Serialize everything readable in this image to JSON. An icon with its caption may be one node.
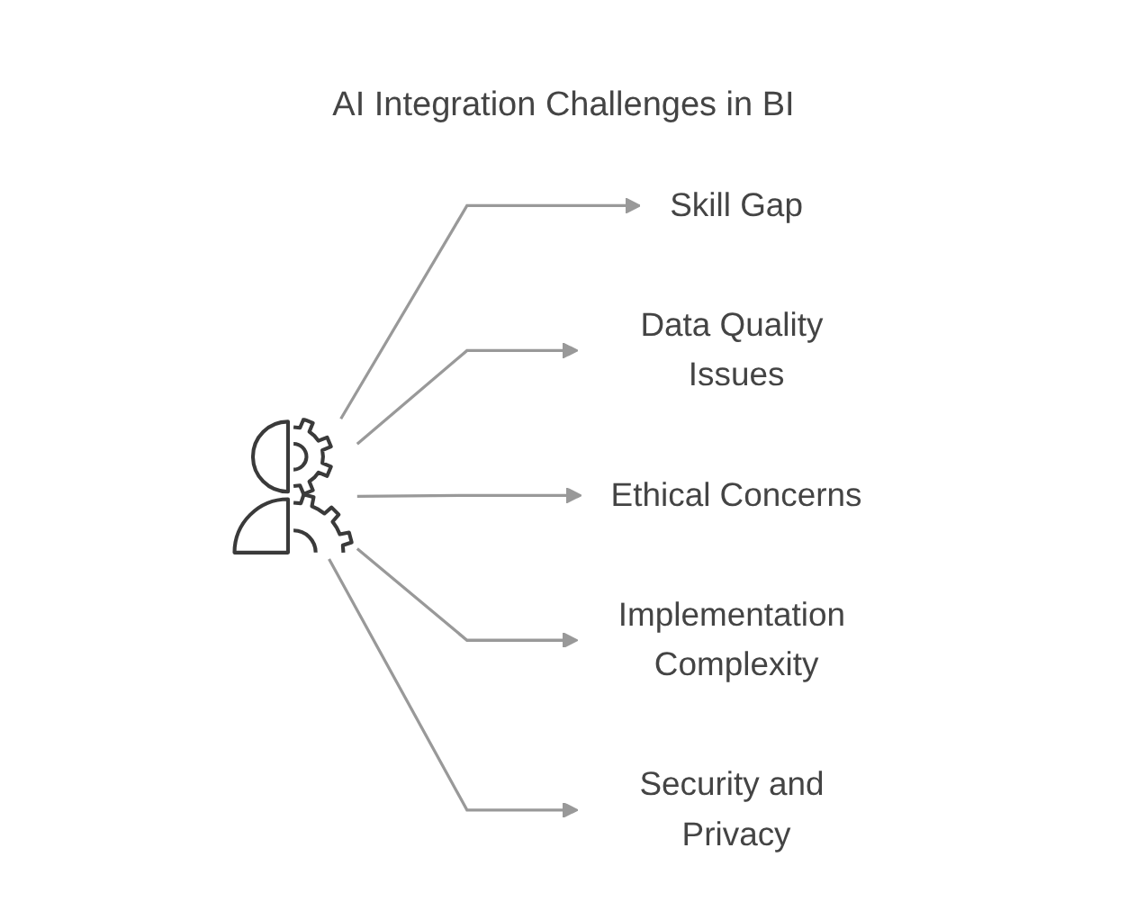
{
  "diagram": {
    "title": "AI Integration Challenges in BI",
    "nodes": [
      {
        "text": [
          "Skill Gap"
        ]
      },
      {
        "text": [
          "Data Quality Issues"
        ]
      },
      {
        "text": [],
        "shape": "picture"
      },
      {
        "text": [
          "Ethical Concerns"
        ]
      },
      {
        "text": [
          "Implementation Complexity"
        ]
      },
      {
        "text": [
          "Security and Privacy"
        ]
      }
    ],
    "edges": [
      {
        "from": 2,
        "to": 0,
        "arrow": "to"
      },
      {
        "from": 2,
        "to": 1,
        "arrow": "to"
      },
      {
        "from": 2,
        "to": 3,
        "arrow": "to"
      },
      {
        "from": 2,
        "to": 4,
        "arrow": "to"
      },
      {
        "from": 2,
        "to": 5,
        "arrow": "to"
      }
    ]
  }
}
